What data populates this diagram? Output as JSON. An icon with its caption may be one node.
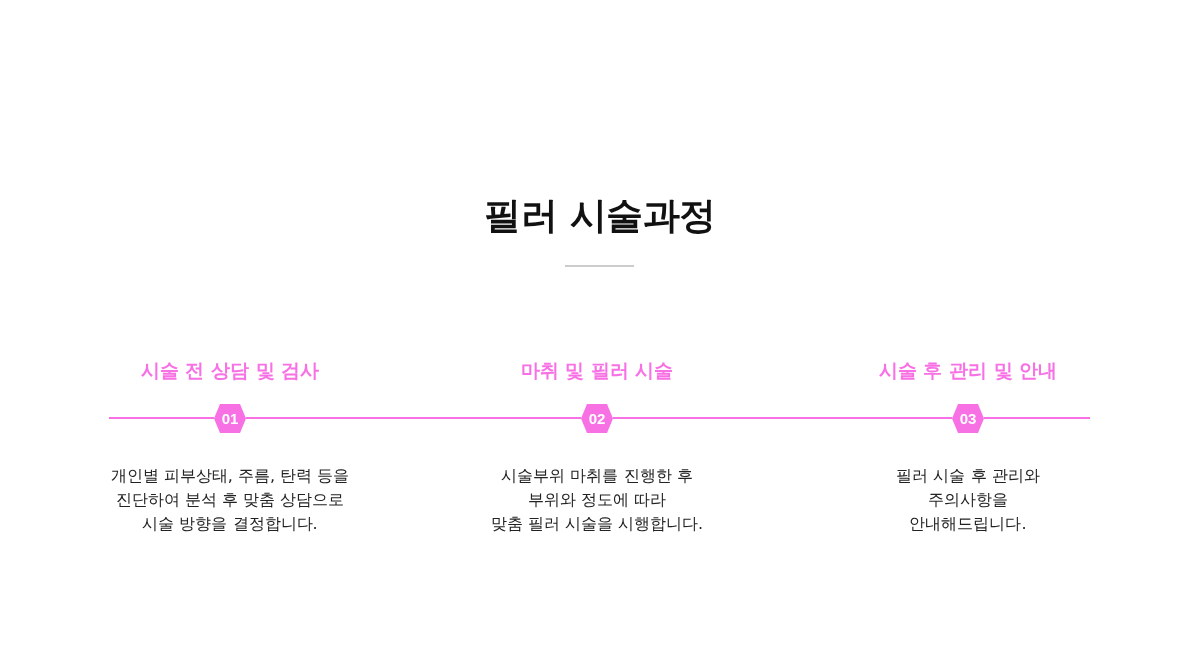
{
  "diagram": {
    "title": "필러 시술과정",
    "nodes": [
      {
        "text": [
          "01"
        ],
        "beside": [
          "시술 전 상담 및 검사",
          "개인별 피부상태, 주름, 탄력 등을 진단하여 분석 후 맞춤 상담으로 시술 방향을 결정합니다."
        ]
      },
      {
        "text": [
          "02"
        ],
        "beside": [
          "마취 및 필러 시술",
          "시술부위 마취를 진행한 후 부위와 정도에 따라 맞춤 필러 시술을 시행합니다."
        ]
      },
      {
        "text": [
          "03"
        ],
        "beside": [
          "시술 후 관리 및 안내",
          "필러 시술 후 관리와 주의사항을 안내해드립니다."
        ]
      }
    ],
    "edges": [
      {
        "from": null,
        "to": 0,
        "arrow": "none"
      },
      {
        "from": 0,
        "to": 1,
        "arrow": "none"
      },
      {
        "from": 1,
        "to": 2,
        "arrow": "none"
      },
      {
        "from": 2,
        "to": null,
        "arrow": "none"
      }
    ]
  }
}
